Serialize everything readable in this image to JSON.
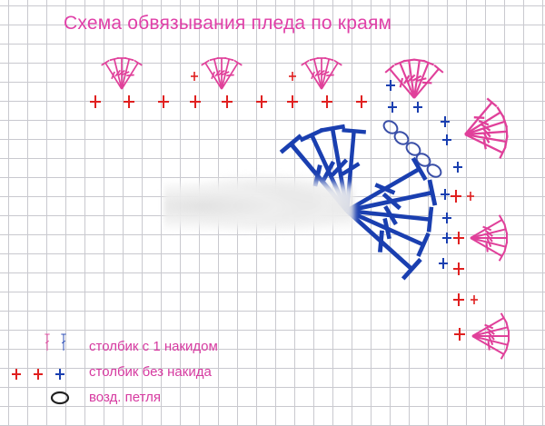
{
  "title": "Схема обвязывания пледа по краям",
  "colors": {
    "pink": "#e0409a",
    "red": "#e02020",
    "blue": "#1a3fb0",
    "grid": "#c9c9cf",
    "legend_text": "#d63aa0"
  },
  "legend": {
    "double_crochet": "столбик с 1 накидом",
    "single_crochet": "столбик без накида",
    "chain": "возд. петля"
  }
}
